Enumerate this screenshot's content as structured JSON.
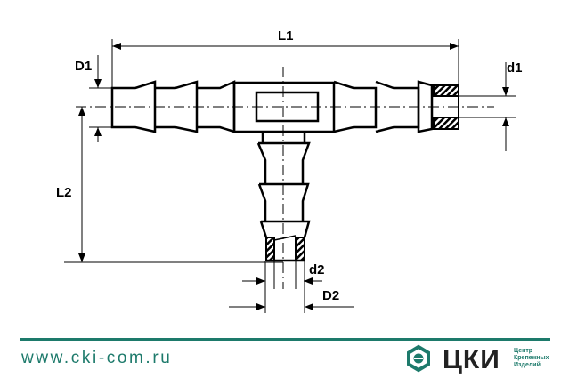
{
  "drawing": {
    "labels": {
      "L1": "L1",
      "L2": "L2",
      "D1": "D1",
      "d1": "d1",
      "D2": "D2",
      "d2": "d2"
    }
  },
  "footer": {
    "url": "www.cki-com.ru",
    "logo_text": "ЦКИ",
    "logo_sub": [
      "Центр",
      "Крепежных",
      "Изделий"
    ],
    "brand_color": "#1d7a6b"
  }
}
